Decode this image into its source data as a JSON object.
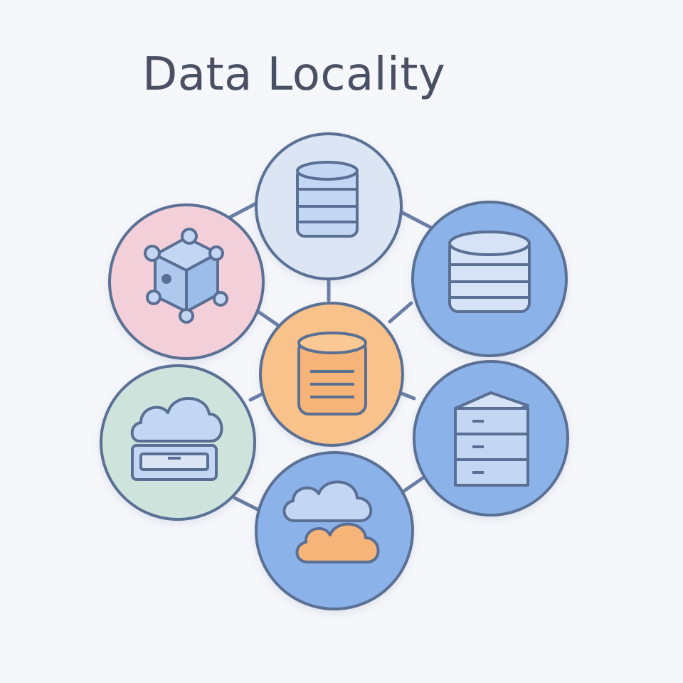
{
  "title": "Data Locality",
  "colors": {
    "background": "#f6f7fb",
    "outline": "#5a6f94",
    "connector": "#6a7ea6",
    "pink_fill": "#f3cfd9",
    "light_blue_fill": "#dbe5f4",
    "blue_fill": "#8cb2ea",
    "orange_fill": "#f8c28a",
    "green_fill": "#cfe3dd",
    "icon_blue": "#c3d6f3",
    "icon_orange": "#f6b478"
  },
  "nodes": [
    {
      "id": "top",
      "icon": "database-icon",
      "fill": "light_blue_fill"
    },
    {
      "id": "upper-left",
      "icon": "cube-nodes-icon",
      "fill": "pink_fill"
    },
    {
      "id": "upper-right",
      "icon": "database-icon",
      "fill": "blue_fill"
    },
    {
      "id": "center",
      "icon": "database-icon",
      "fill": "orange_fill"
    },
    {
      "id": "lower-left",
      "icon": "cloud-storage-icon",
      "fill": "green_fill"
    },
    {
      "id": "lower-right",
      "icon": "server-rack-icon",
      "fill": "blue_fill"
    },
    {
      "id": "bottom",
      "icon": "clouds-icon",
      "fill": "blue_fill"
    }
  ]
}
